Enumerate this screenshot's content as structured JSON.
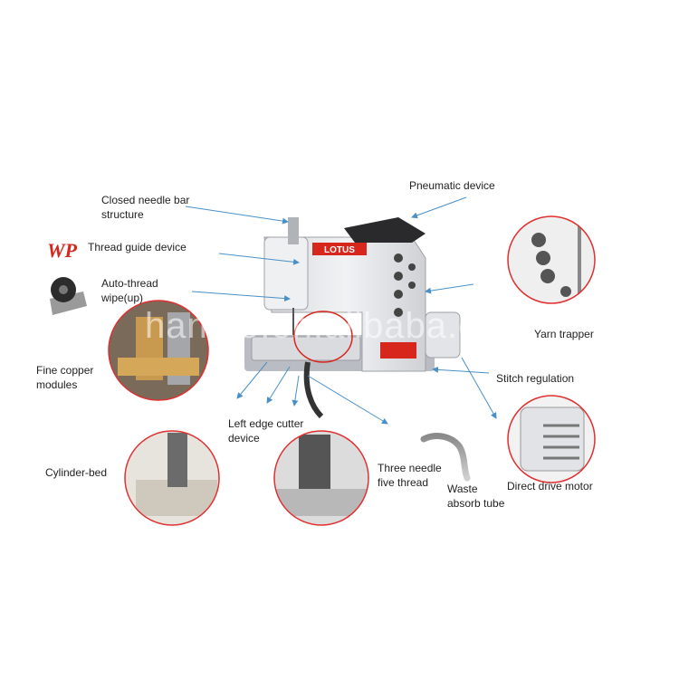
{
  "labels": {
    "closed_needle_bar": "Closed needle bar\nstructure",
    "thread_guide": "Thread guide device",
    "auto_thread": "Auto-thread\nwipe(up)",
    "fine_copper": "Fine copper\nmodules",
    "cylinder_bed": "Cylinder-bed",
    "left_edge_cutter": "Left edge cutter\ndevice",
    "pneumatic": "Pneumatic device",
    "yarn_trapper": "Yarn trapper",
    "stitch_regulation": "Stitch regulation",
    "direct_drive": "Direct drive motor",
    "three_needle": "Three needle\nfive thread",
    "waste_tube": "Waste\nabsorb tube"
  },
  "brand": {
    "logo_text": "LOTUS",
    "wp_logo": "WP"
  },
  "watermark": "hanmo.en.alibaba.com",
  "colors": {
    "arrow": "#4a90c8",
    "circle_border": "#e03030",
    "machine_body": "#e8e9ec",
    "logo_red": "#d7261c",
    "wp_red": "#d7261c"
  }
}
